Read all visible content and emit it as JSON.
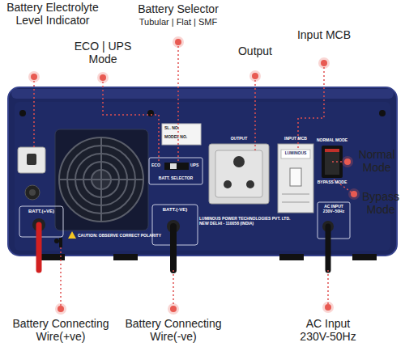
{
  "diagram": {
    "labels": [
      "Battery Electrolyte Level Indicator",
      "ECO | UPS Mode",
      "Battery Selector",
      "Tubular | Flat | SMF",
      "Output",
      "Input MCB",
      "Normal Mode",
      "Bypass Mode",
      "Battery Connecting Wire(+ve)",
      "Battery Connecting Wire(-ve)",
      "AC Input 230V-50Hz",
      "BATT.(+VE)",
      "CAUTION: OBSERVE CORRECT POLARITY",
      "BATT.(-VE)",
      "LUMINOUS POWER TECHNOLOGIES PVT. LTD. NEW DELHI - 110058 (INDIA)",
      "SL. NO.",
      "MODEL NO.",
      "ECO",
      "UPS",
      "BATT. SELECTOR",
      "OUTPUT",
      "INPUT MCB",
      "LUMINOUS",
      "NORMAL MODE",
      "BYPASS MODE",
      "AC INPUT 230V~50Hz"
    ]
  }
}
